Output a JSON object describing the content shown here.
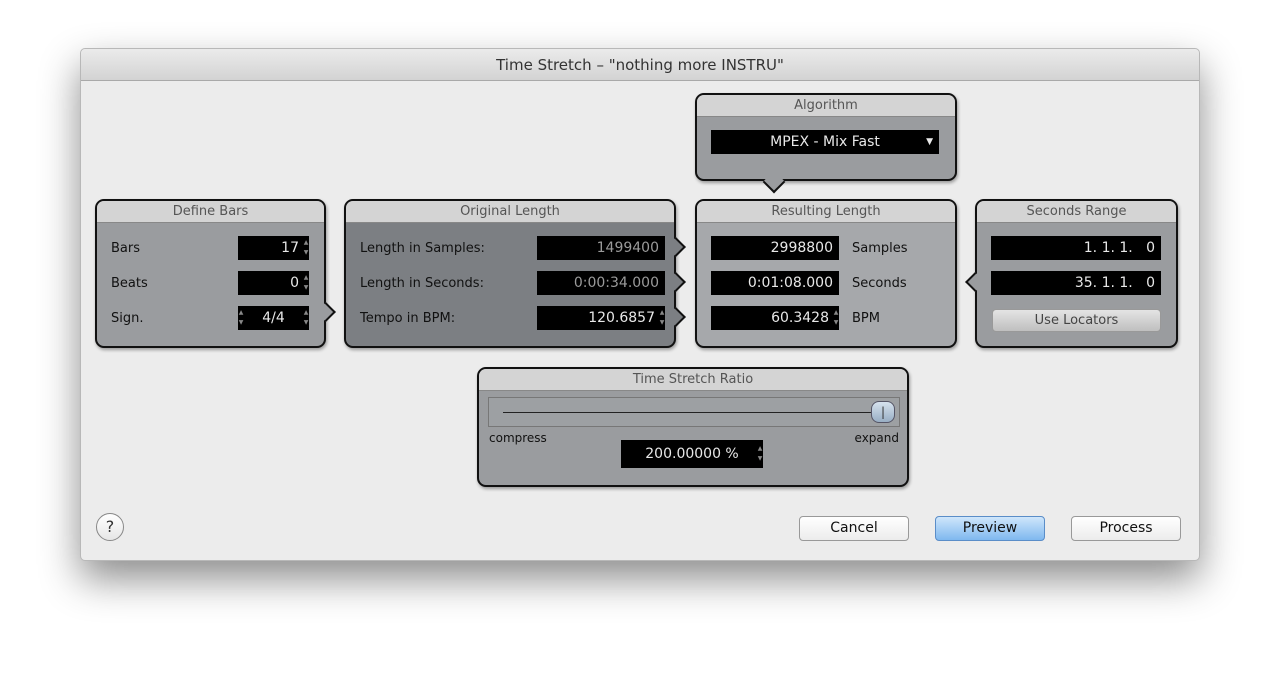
{
  "title": "Time Stretch – \"nothing more INSTRU\"",
  "algorithm": {
    "header": "Algorithm",
    "value": "MPEX - Mix Fast"
  },
  "define_bars": {
    "header": "Define Bars",
    "bars_label": "Bars",
    "bars": "17",
    "beats_label": "Beats",
    "beats": "0",
    "sign_label": "Sign.",
    "sign": "4/4"
  },
  "original": {
    "header": "Original Length",
    "samples_label": "Length in Samples:",
    "samples": "1499400",
    "seconds_label": "Length in Seconds:",
    "seconds": "0:00:34.000",
    "tempo_label": "Tempo in BPM:",
    "tempo": "120.6857"
  },
  "resulting": {
    "header": "Resulting Length",
    "samples": "2998800",
    "samples_label": "Samples",
    "seconds": "0:01:08.000",
    "seconds_label": "Seconds",
    "bpm": "60.3428",
    "bpm_label": "BPM"
  },
  "range": {
    "header": "Seconds Range",
    "start": "1. 1. 1.   0",
    "end": "35. 1. 1.   0",
    "use_locators": "Use Locators"
  },
  "ratio": {
    "header": "Time Stretch Ratio",
    "compress": "compress",
    "expand": "expand",
    "value": "200.00000 %",
    "slider_fraction": 1.0
  },
  "buttons": {
    "help": "?",
    "cancel": "Cancel",
    "preview": "Preview",
    "process": "Process"
  }
}
